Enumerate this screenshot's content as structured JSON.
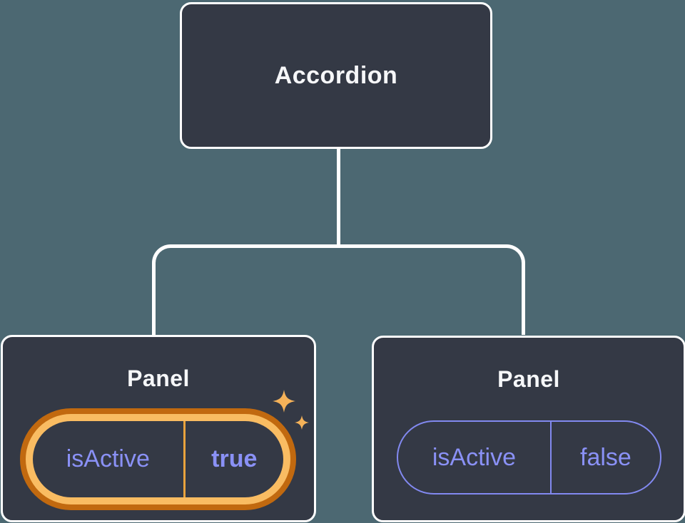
{
  "diagram": {
    "root": {
      "label": "Accordion"
    },
    "children": [
      {
        "label": "Panel",
        "state": {
          "key": "isActive",
          "value": "true"
        },
        "highlighted": true,
        "icon": "sparkles-icon"
      },
      {
        "label": "Panel",
        "state": {
          "key": "isActive",
          "value": "false"
        },
        "highlighted": false
      }
    ],
    "colors": {
      "background": "#4C6872",
      "node_fill": "#343945",
      "node_border": "#FFFFFF",
      "node_text": "#F6F7F9",
      "state_text": "#8A91F6",
      "state_border": "#8289F0",
      "highlight_outer": "#C1690F",
      "highlight_inner": "#F9BC62",
      "highlight_divider": "#E9A33D",
      "sparkle": "#F5B259"
    }
  }
}
